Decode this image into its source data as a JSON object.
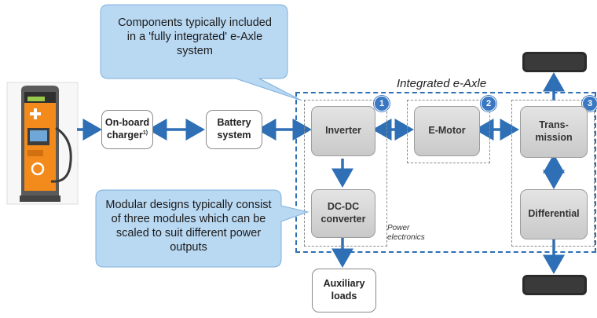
{
  "callout_top": {
    "text": "Components typically included in a 'fully integrated' e-Axle system"
  },
  "callout_bottom": {
    "text": "Modular designs typically consist of three modules which can be scaled to suit different power outputs"
  },
  "integrated_label": "Integrated e-Axle",
  "power_electronics_label": "Power electronics",
  "boxes": {
    "onboard_charger": {
      "label": "On-board charger",
      "sup": "1)"
    },
    "battery": "Battery system",
    "inverter": "Inverter",
    "dcdc": "DC-DC converter",
    "emotor": "E-Motor",
    "transmission": "Trans-mission",
    "differential": "Differential",
    "auxiliary": "Auxiliary loads"
  },
  "badges": [
    "1",
    "2",
    "3"
  ],
  "colors": {
    "accent": "#3a78c2",
    "callout_fill": "#b9d8f2",
    "arrow": "#2e6fb5"
  },
  "icons": [
    "ev-charging-station-image",
    "wheel-top-icon",
    "wheel-bottom-icon"
  ]
}
